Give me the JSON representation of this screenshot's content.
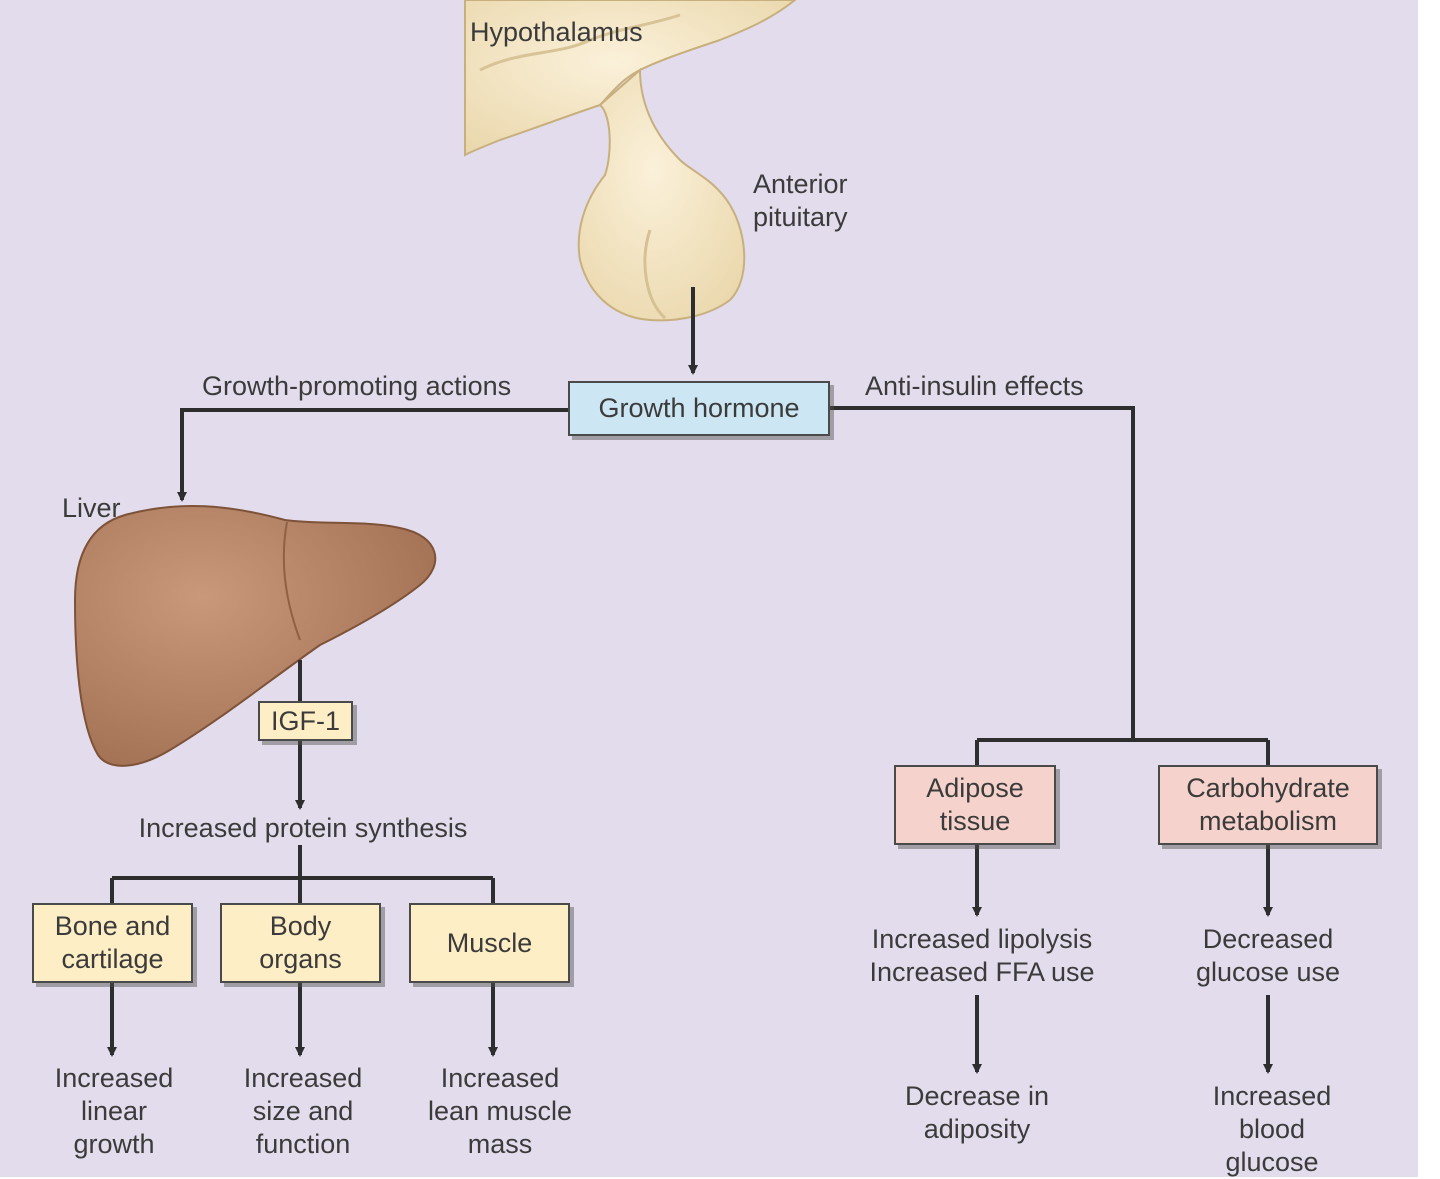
{
  "colors": {
    "background": "#e3dcec",
    "growth_hormone_box": "#cde6f3",
    "igf_box": "#fdeec6",
    "tissue_box": "#fdeec6",
    "effect_box": "#f5d3cc",
    "liver": "#a9785a",
    "pituitary": "#f3e5c4",
    "arrow": "#2e2e2e"
  },
  "labels": {
    "hypothalamus": "Hypothalamus",
    "anterior_pituitary": "Anterior\npituitary",
    "growth_promoting": "Growth-promoting actions",
    "anti_insulin": "Anti-insulin effects",
    "liver": "Liver",
    "protein_synthesis": "Increased protein synthesis"
  },
  "boxes": {
    "growth_hormone": "Growth hormone",
    "igf1": "IGF-1",
    "bone_cartilage": "Bone and\ncartilage",
    "body_organs": "Body\norgans",
    "muscle": "Muscle",
    "adipose": "Adipose\ntissue",
    "carbohydrate": "Carbohydrate\nmetabolism"
  },
  "outcomes": {
    "linear_growth": "Increased\nlinear\ngrowth",
    "size_function": "Increased\nsize and\nfunction",
    "lean_mass": "Increased\nlean muscle\nmass",
    "lipolysis": "Increased lipolysis\nIncreased FFA use",
    "adiposity": "Decrease in\nadiposity",
    "glucose_use": "Decreased\nglucose use",
    "blood_glucose": "Increased blood\nglucose"
  }
}
